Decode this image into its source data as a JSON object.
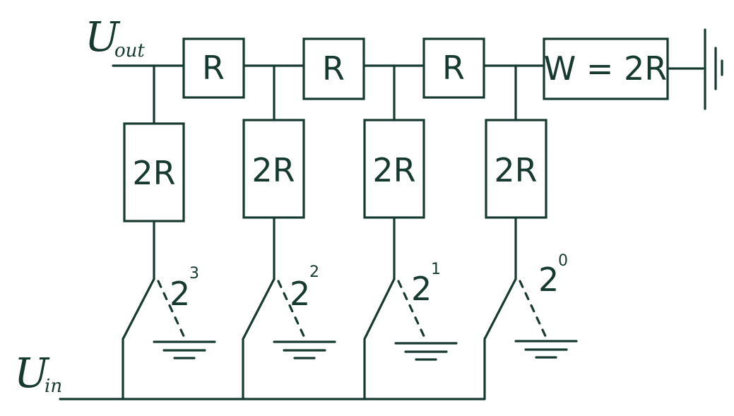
{
  "colors": {
    "ink": "#163a30",
    "background": "#ffffff"
  },
  "output_terminal": {
    "symbol": "U",
    "subscript": "out"
  },
  "input_terminal": {
    "symbol": "U",
    "subscript": "in"
  },
  "series_resistors": [
    {
      "label": "R"
    },
    {
      "label": "R"
    },
    {
      "label": "R"
    }
  ],
  "termination_resistor": {
    "label": "W = 2R"
  },
  "ladder_legs": [
    {
      "resistor_label": "2R",
      "switch_base": "2",
      "switch_exponent": "3"
    },
    {
      "resistor_label": "2R",
      "switch_base": "2",
      "switch_exponent": "2"
    },
    {
      "resistor_label": "2R",
      "switch_base": "2",
      "switch_exponent": "1"
    },
    {
      "resistor_label": "2R",
      "switch_base": "2",
      "switch_exponent": "0"
    }
  ],
  "icons": {
    "battery": "battery-icon",
    "ground": "ground-icon"
  }
}
